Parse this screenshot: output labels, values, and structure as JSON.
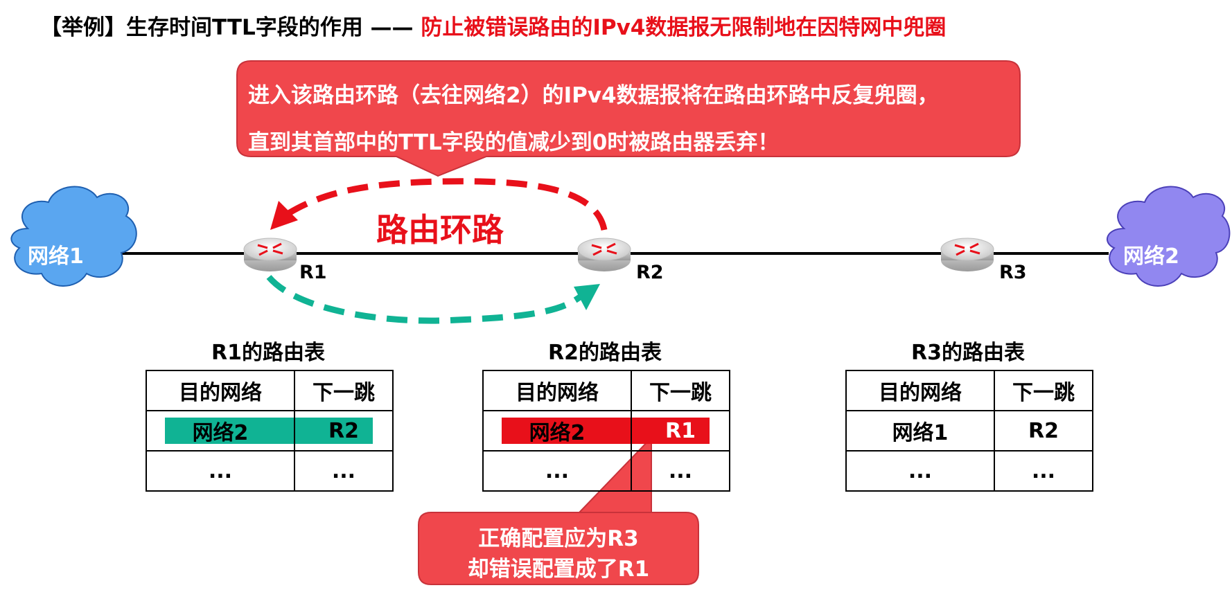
{
  "title": {
    "part1": "【举例】生存时间TTL字段的作用 —— ",
    "part2": "防止被错误路由的IPv4数据报无限制地在因特网中兜圈"
  },
  "top_callout": {
    "line1": "进入该路由环路（去往网络2）的IPv4数据报将在路由环路中反复兜圈，",
    "line2": "直到其首部中的TTL字段的值减少到0时被路由器丢弃！"
  },
  "loop_label": "路由环路",
  "networks": {
    "net1": "网络1",
    "net2": "网络2"
  },
  "routers": {
    "r1": "R1",
    "r2": "R2",
    "r3": "R3"
  },
  "tables": [
    {
      "title": "R1的路由表",
      "headers": [
        "目的网络",
        "下一跳"
      ],
      "rows": [
        [
          "网络2",
          "R2"
        ],
        [
          "...",
          "..."
        ]
      ]
    },
    {
      "title": "R2的路由表",
      "headers": [
        "目的网络",
        "下一跳"
      ],
      "rows": [
        [
          "网络2",
          "R1"
        ],
        [
          "...",
          "..."
        ]
      ]
    },
    {
      "title": "R3的路由表",
      "headers": [
        "目的网络",
        "下一跳"
      ],
      "rows": [
        [
          "网络1",
          "R2"
        ],
        [
          "...",
          "..."
        ]
      ]
    }
  ],
  "bottom_callout": {
    "line1": "正确配置应为R3",
    "line2": "却错误配置成了R1"
  },
  "colors": {
    "callout": "#f0474c",
    "loop_red": "#e8101a",
    "loop_teal": "#10b394",
    "cloud1": "#5aa6f0",
    "cloud2": "#9187f0"
  }
}
